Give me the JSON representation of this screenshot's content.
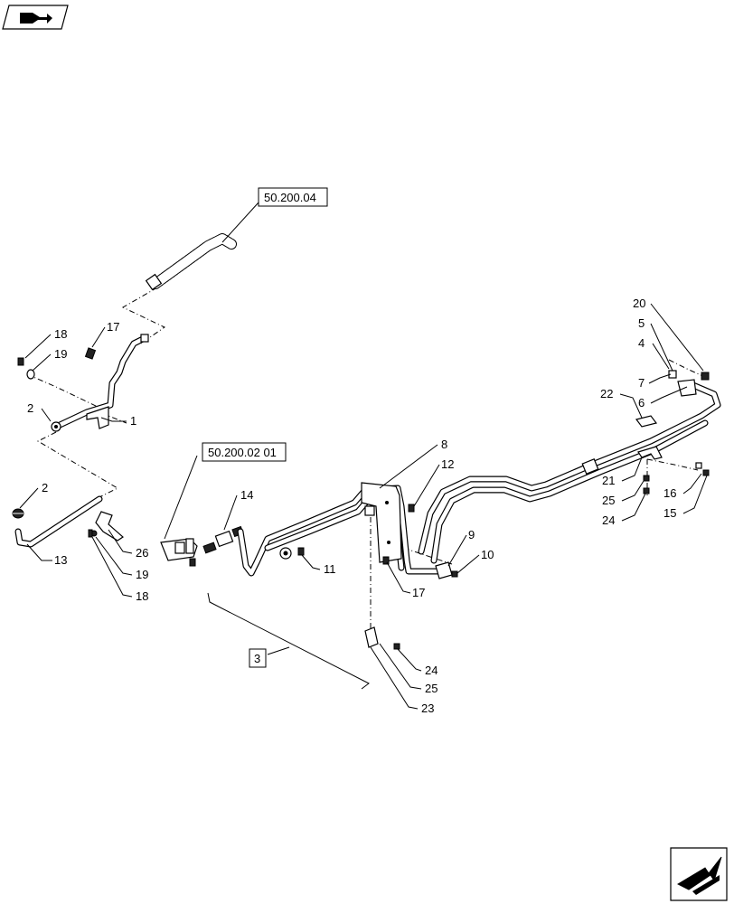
{
  "nav_icons": {
    "top_left": "book-arrow-icon",
    "bottom_right": "return-arrow-icon"
  },
  "reference_boxes": {
    "ref_50_200_04": "50.200.04",
    "ref_50_200_02_01": "50.200.02 01",
    "ref_3": "3"
  },
  "callouts": {
    "c1": "1",
    "c2a": "2",
    "c2b": "2",
    "c4": "4",
    "c5": "5",
    "c6": "6",
    "c7": "7",
    "c8": "8",
    "c9": "9",
    "c10": "10",
    "c11": "11",
    "c12": "12",
    "c13": "13",
    "c14": "14",
    "c15": "15",
    "c16": "16",
    "c17a": "17",
    "c17b": "17",
    "c18a": "18",
    "c18b": "18",
    "c19a": "19",
    "c19b": "19",
    "c20": "20",
    "c21": "21",
    "c22": "22",
    "c23": "23",
    "c24a": "24",
    "c24b": "24",
    "c25a": "25",
    "c25b": "25",
    "c26": "26"
  }
}
